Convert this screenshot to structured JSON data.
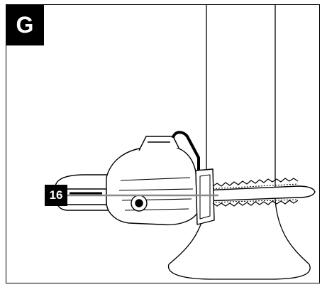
{
  "figure": {
    "label": "G",
    "callout": "16"
  },
  "colors": {
    "ink": "#000000",
    "paper": "#ffffff",
    "line_gray": "#8a8a8a"
  },
  "icons": [
    "tree-trunk-illustration",
    "chainsaw-illustration"
  ]
}
